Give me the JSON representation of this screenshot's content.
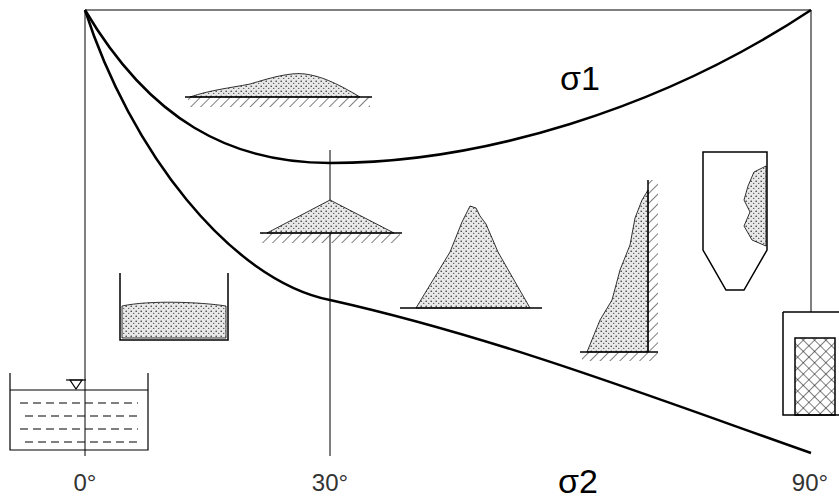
{
  "diagram": {
    "labels": [
      "σ1",
      "σ2",
      "0°",
      "30°",
      "90°"
    ]
  }
}
